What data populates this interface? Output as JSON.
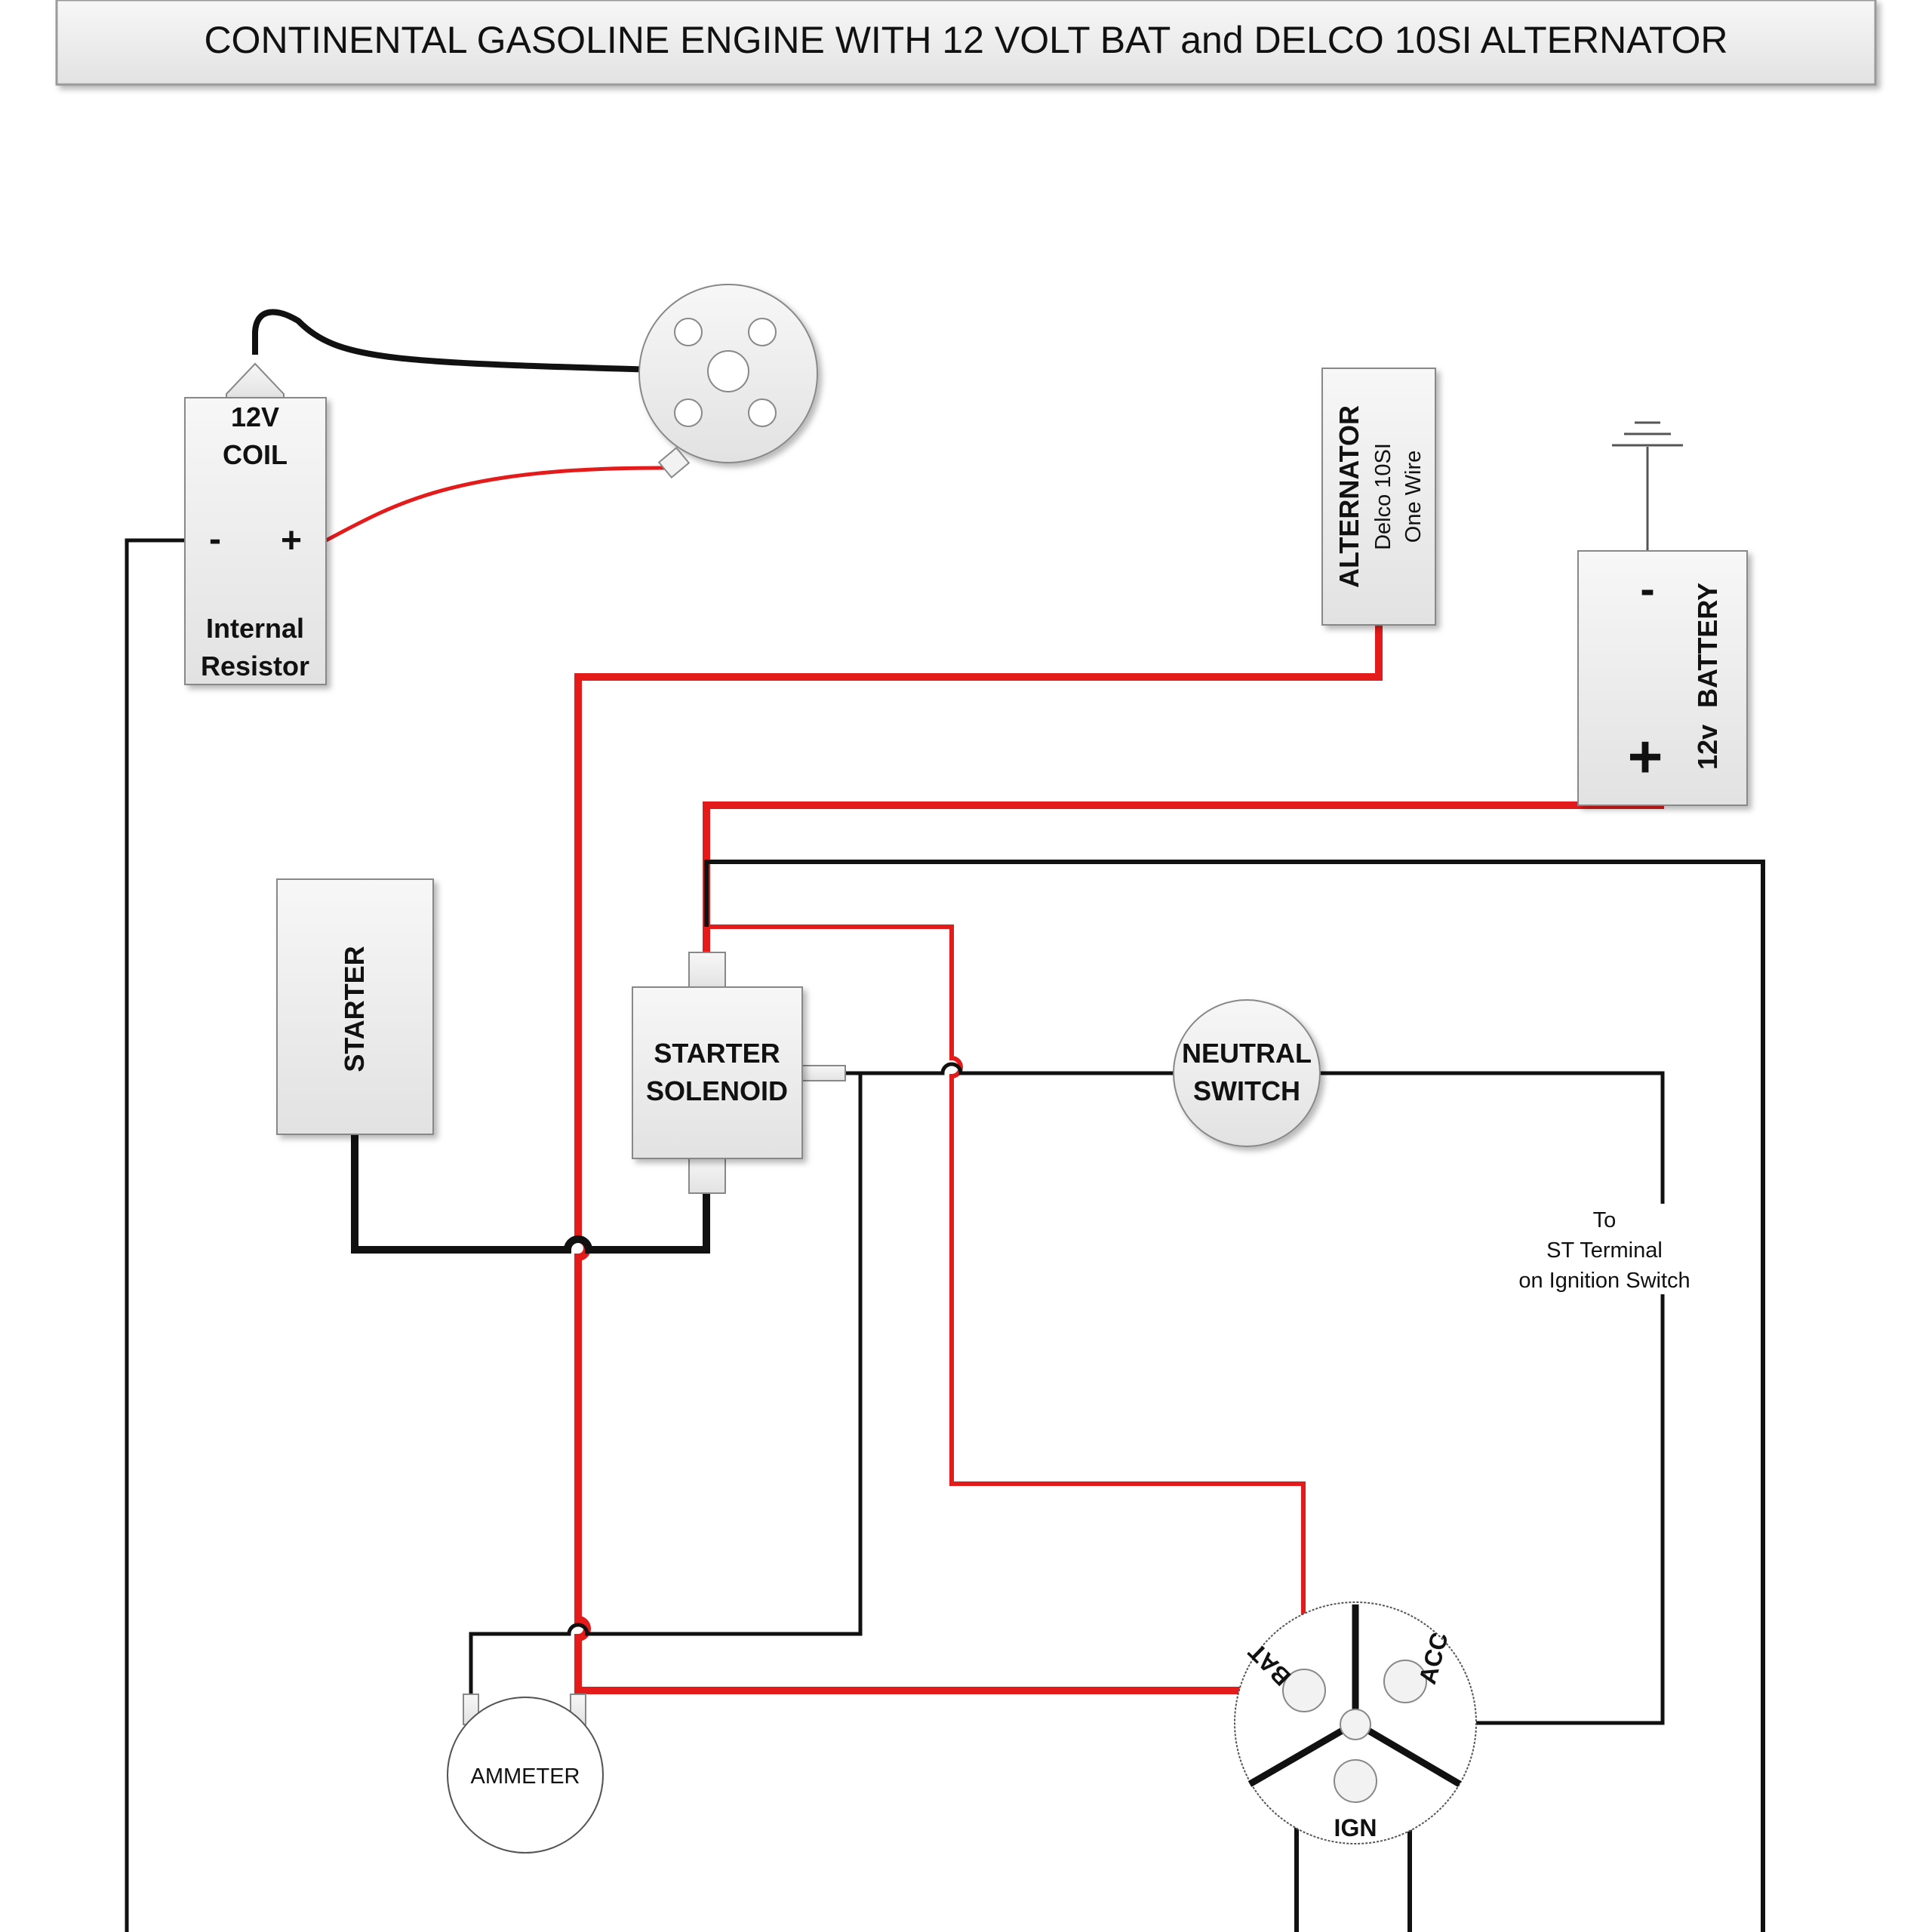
{
  "title": "CONTINENTAL GASOLINE ENGINE WITH 12 VOLT BAT and DELCO 10SI ALTERNATOR",
  "coil": {
    "line1": "12V",
    "line2": "COIL",
    "minus": "-",
    "plus": "+",
    "note1": "Internal",
    "note2": "Resistor"
  },
  "alternator": {
    "name": "ALTERNATOR",
    "model": "Delco 10SI",
    "type": "One Wire"
  },
  "battery": {
    "name": "BATTERY",
    "voltage": "12v",
    "minus": "-",
    "plus": "+"
  },
  "starter": {
    "name": "STARTER"
  },
  "solenoid": {
    "line1": "STARTER",
    "line2": "SOLENOID"
  },
  "neutral_switch": {
    "line1": "NEUTRAL",
    "line2": "SWITCH"
  },
  "note": {
    "line1": "To",
    "line2": "ST Terminal",
    "line3": "on Ignition Switch"
  },
  "ammeter": {
    "name": "AMMETER"
  },
  "ignition_switch": {
    "bat": "BAT",
    "acc": "ACC",
    "ign": "IGN"
  },
  "colors": {
    "hot_wire": "#e41b1b",
    "ground_wire": "#111111",
    "component_fill": "#ececec",
    "component_border": "#888888"
  }
}
